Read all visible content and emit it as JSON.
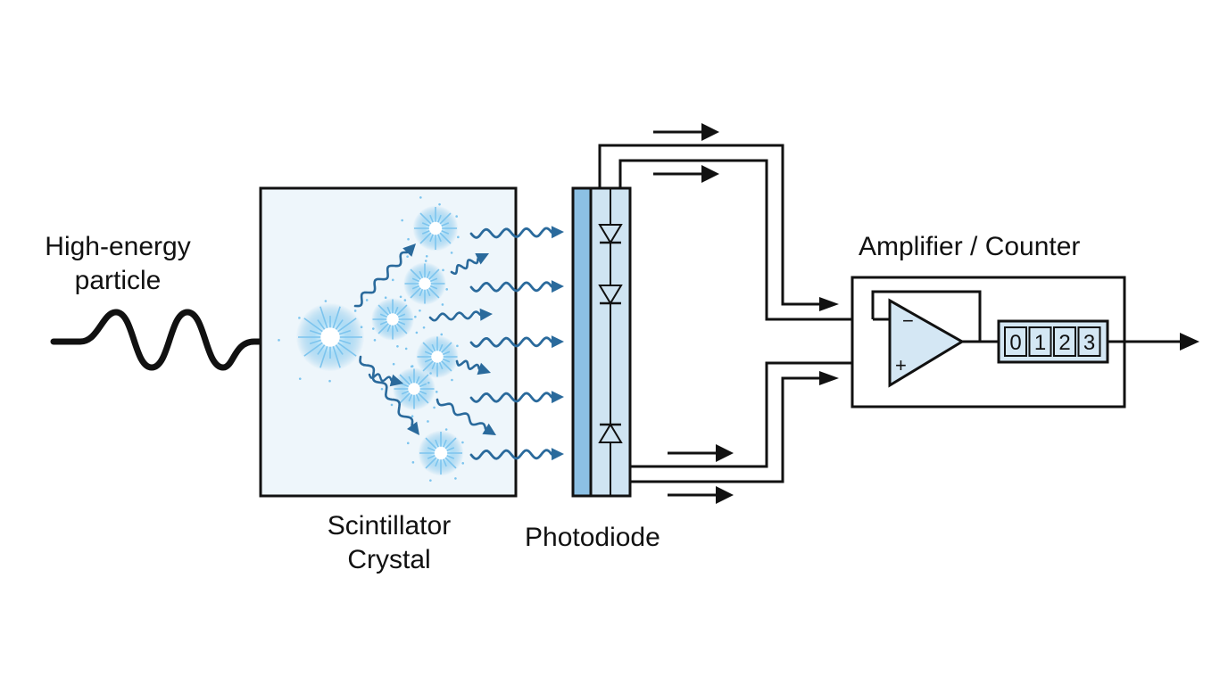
{
  "labels": {
    "particle_line1": "High-energy",
    "particle_line2": "particle",
    "crystal_line1": "Scintillator",
    "crystal_line2": "Crystal",
    "photodiode": "Photodiode",
    "amplifier": "Amplifier / Counter"
  },
  "opamp": {
    "minus": "−",
    "plus": "+"
  },
  "counter": {
    "digits": [
      "0",
      "1",
      "2",
      "3"
    ]
  },
  "colors": {
    "line": "#111111",
    "photon": "#2a6a9c",
    "crystal_fill": "#eef6fb",
    "photodiode_dark": "#8cc0e4",
    "photodiode_light": "#cfe4f2",
    "amp_fill": "#d4e7f4",
    "spark": "#7cc4ee"
  }
}
